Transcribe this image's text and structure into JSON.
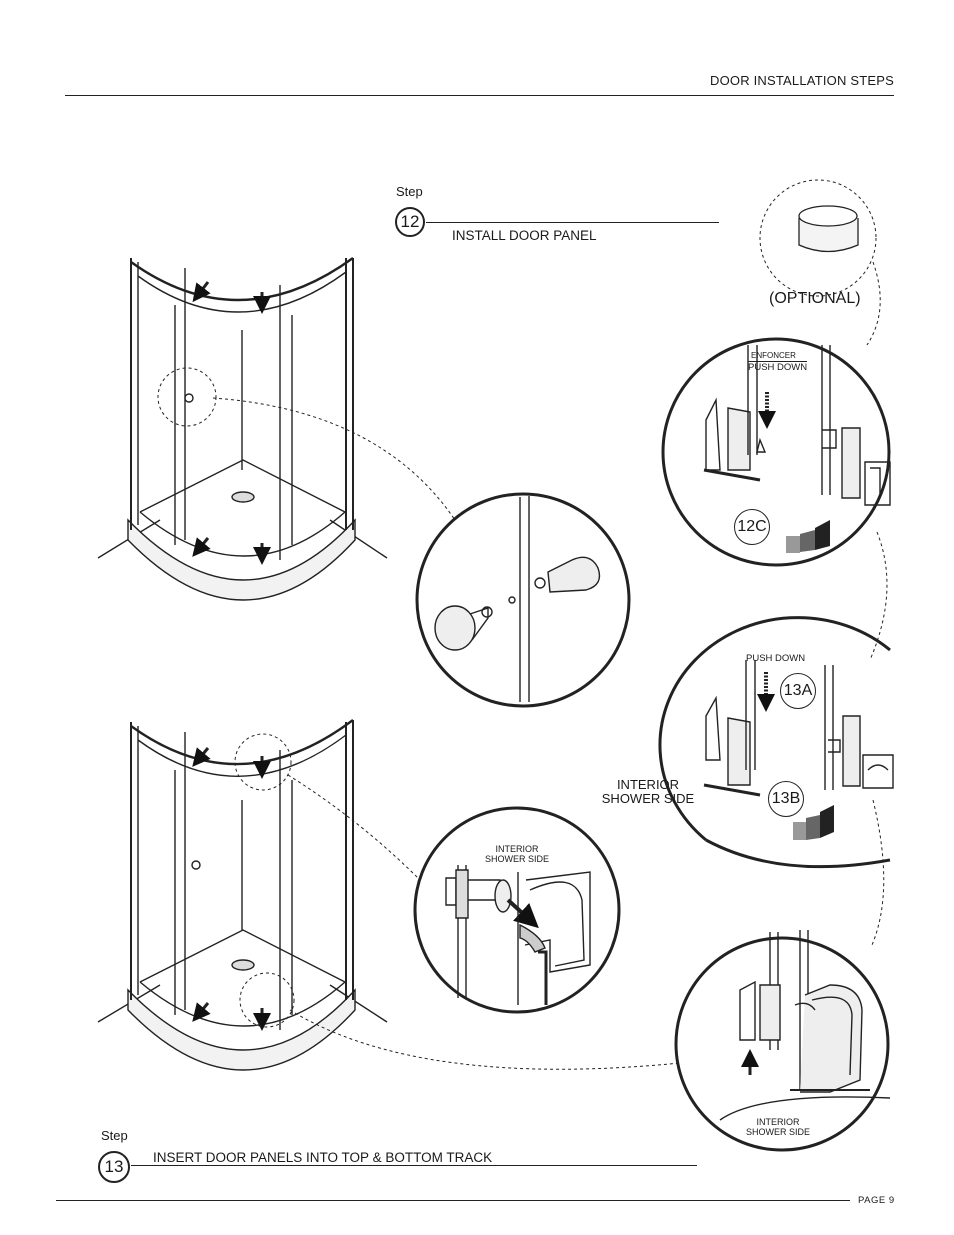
{
  "header": {
    "title": "DOOR INSTALLATION STEPS"
  },
  "footer": {
    "page": "PAGE 9"
  },
  "step12": {
    "word": "Step",
    "number": "12",
    "title": "INSTALL DOOR PANEL"
  },
  "step13": {
    "word": "Step",
    "number": "13",
    "title": "INSERT DOOR PANELS INTO TOP & BOTTOM TRACK"
  },
  "details": {
    "optional": "(OPTIONAL)",
    "enfoncer": "ENFONCER",
    "push_down_1": "PUSH DOWN",
    "push_down_2": "PUSH DOWN",
    "callout_12c": "12C",
    "callout_13a": "13A",
    "callout_13b": "13B",
    "interior_side_1_l1": "INTERIOR",
    "interior_side_1_l2": "SHOWER SIDE",
    "interior_side_2_l1": "INTERIOR",
    "interior_side_2_l2": "SHOWER SIDE",
    "interior_side_3_l1": "INTERIOR",
    "interior_side_3_l2": "SHOWER SIDE"
  }
}
